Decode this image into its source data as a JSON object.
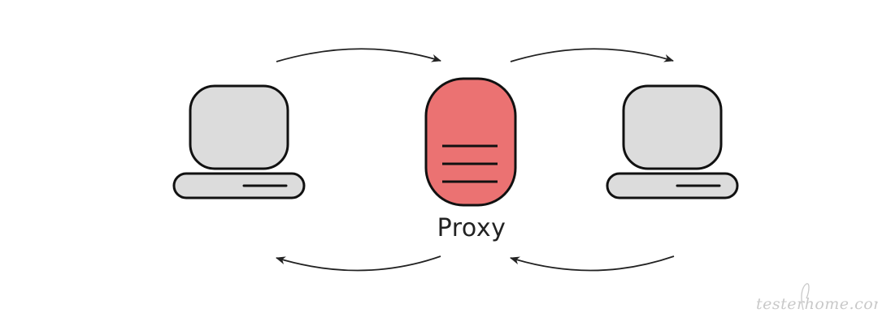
{
  "diagram": {
    "proxy_label": "Proxy",
    "nodes": [
      {
        "id": "client",
        "kind": "computer",
        "icon": "computer-icon"
      },
      {
        "id": "proxy",
        "kind": "server",
        "icon": "server-icon",
        "fill": "#eb7272"
      },
      {
        "id": "server",
        "kind": "computer",
        "icon": "computer-icon"
      }
    ],
    "edges": [
      {
        "from": "client",
        "to": "proxy"
      },
      {
        "from": "proxy",
        "to": "server"
      },
      {
        "from": "server",
        "to": "proxy"
      },
      {
        "from": "proxy",
        "to": "client"
      }
    ],
    "colors": {
      "computer_fill": "#dcdcdc",
      "proxy_fill": "#eb7272",
      "outline": "#111111"
    }
  },
  "watermark": {
    "text": "testerhome.com"
  }
}
